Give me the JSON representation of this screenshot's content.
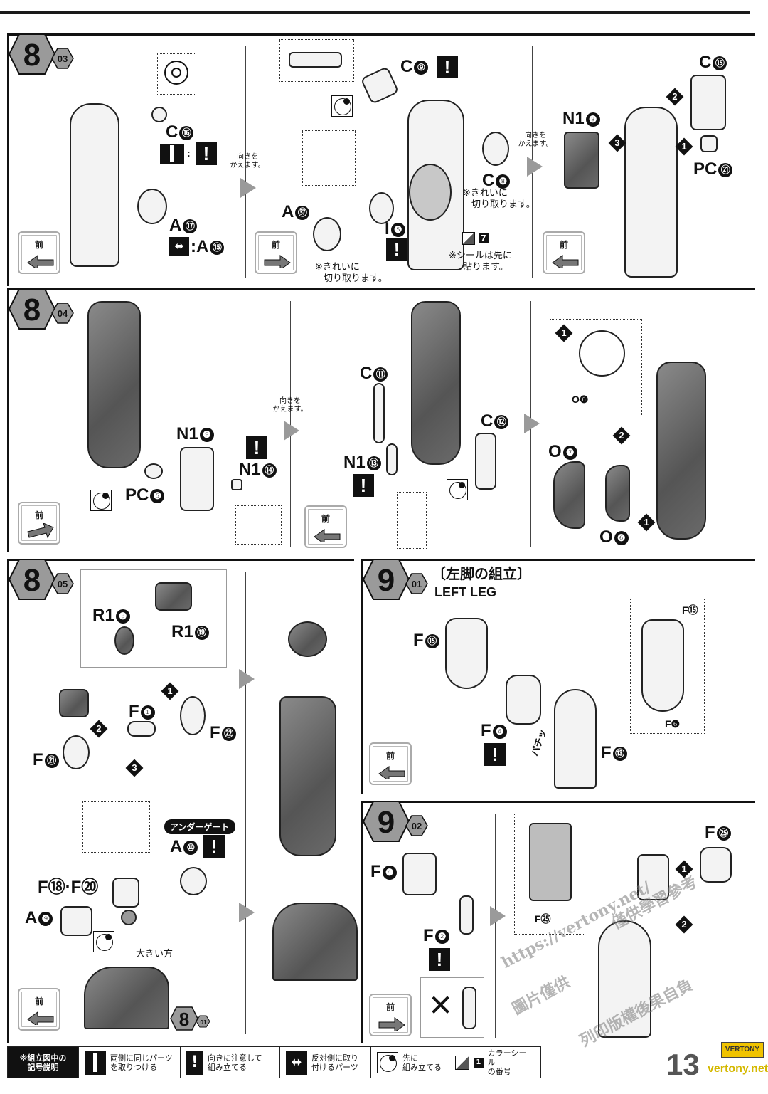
{
  "page": {
    "number": "13"
  },
  "common": {
    "front_label": "前",
    "turn_text_1": "向きを",
    "turn_text_2": "かえます。"
  },
  "step_8_03": {
    "step": "8",
    "sub": "03",
    "panel1": {
      "c16": "C",
      "c16_num": "⑯",
      "symbol_sep": ":",
      "a17": "A",
      "a17_num": "⑰",
      "a15": ":A",
      "a15_num": "⑮"
    },
    "panel2": {
      "c9": "C",
      "c9_num": "⑨",
      "c8": "C",
      "c8_num": "❽",
      "c8_note_1": "※きれいに",
      "c8_note_2": "切り取ります。",
      "a37": "A",
      "a37_num": "㊲",
      "i5": "I",
      "i5_num": "❺",
      "cut_note_1": "※きれいに",
      "cut_note_2": "切り取ります。",
      "seal_num": "7",
      "seal_note_1": "※シールは先に",
      "seal_note_2": "貼ります。"
    },
    "panel3": {
      "c15": "C",
      "c15_num": "⑮",
      "n18": "N1",
      "n18_num": "❽",
      "pc21": "PC",
      "pc21_num": "㉑",
      "order": [
        "1",
        "2",
        "3"
      ]
    }
  },
  "step_8_04": {
    "step": "8",
    "sub": "04",
    "panel1": {
      "n19": "N1",
      "n19_num": "❾",
      "n14": "N1",
      "n14_num": "⑭",
      "pc5": "PC",
      "pc5_num": "❺"
    },
    "panel2": {
      "c11": "C",
      "c11_num": "⑪",
      "c12": "C",
      "c12_num": "⑫",
      "n13": "N1",
      "n13_num": "⑬"
    },
    "panel3": {
      "o6_detail": "O",
      "o6_detail_num": "❻",
      "o7": "O",
      "o7_num": "❼",
      "o6": "O",
      "o6_num": "❻",
      "order": [
        "1",
        "2",
        "1"
      ]
    }
  },
  "step_8_05": {
    "step": "8",
    "sub": "05",
    "r13": "R1",
    "r13_num": "❸",
    "r119": "R1",
    "r119_num": "⑲",
    "f1": "F",
    "f1_num": "❶",
    "f22": "F",
    "f22_num": "㉒",
    "f21": "F",
    "f21_num": "㉑",
    "order": [
      "1",
      "2",
      "3"
    ],
    "under_gate": "アンダーゲート",
    "a10": "A",
    "a10_num": "⑩",
    "f18_f20": "F⑱·F⑳",
    "a9": "A",
    "a9_num": "❾",
    "larger_side": "大きい方",
    "ref_step": "8",
    "ref_sub": "01"
  },
  "step_9_01": {
    "step": "9",
    "sub": "01",
    "title_jp": "〔左脚の組立〕",
    "title_en": "LEFT LEG",
    "f15": "F",
    "f15_num": "⑮",
    "f6": "F",
    "f6_num": "❻",
    "f13": "F",
    "f13_num": "⑬",
    "snap": "パチッ",
    "detail_f15": "F⑮",
    "detail_f6": "F❻"
  },
  "step_9_02": {
    "step": "9",
    "sub": "02",
    "f4": "F",
    "f4_num": "❹",
    "f2": "F",
    "f2_num": "❷",
    "wrong_mark": "✕",
    "f25_detail": "F㉕",
    "f25": "F",
    "f25_num": "㉕",
    "order": [
      "1",
      "2"
    ]
  },
  "watermark": {
    "line1": "https://vertony.net/",
    "line2": "僅供學習參考",
    "line3": "圖片僅供",
    "line4": "列印版權後果自負"
  },
  "legend": {
    "heading_1": "※組立図中の",
    "heading_2": "記号説明",
    "items": [
      {
        "icon": "same-parts-both-sides-icon",
        "text_1": "両側に同じパーツ",
        "text_2": "を取りつける"
      },
      {
        "icon": "exclamation-icon",
        "text_1": "向きに注意して",
        "text_2": "組み立てる"
      },
      {
        "icon": "opposite-side-icon",
        "text_1": "反対側に取り",
        "text_2": "付けるパーツ"
      },
      {
        "icon": "pre-assemble-icon",
        "text_1": "先に",
        "text_2": "組み立てる"
      },
      {
        "icon": "color-seal-icon",
        "seal_num": "1",
        "text_1": "カラーシール",
        "text_2": "の番号"
      }
    ]
  },
  "logo": {
    "text": "VERTONY",
    "url": "vertony.net"
  },
  "colors": {
    "ink": "#111111",
    "part_gray": "#6a6a6a",
    "arrow_gray": "#9a9a9a",
    "logo_yellow": "#f0c300"
  }
}
